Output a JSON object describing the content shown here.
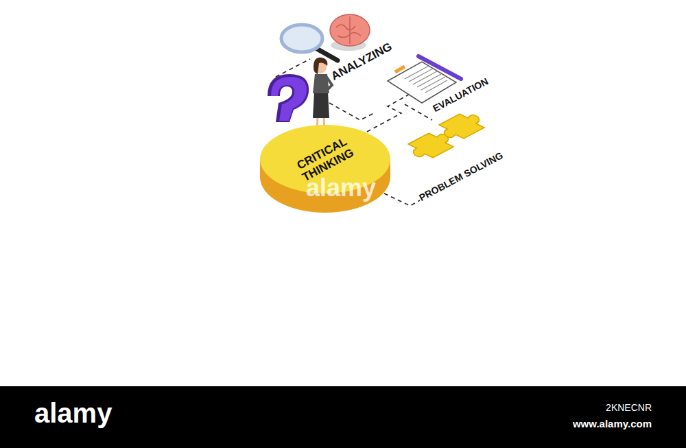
{
  "diagram": {
    "nodes": [
      {
        "text": [
          "CRITICAL THINKING"
        ]
      }
    ],
    "labels": [
      "ANALYZING",
      "EVALUATION",
      "PROBLEM SOLVING",
      "alamy",
      "alamy",
      "2KNECNR",
      "www.alamy.com"
    ]
  }
}
